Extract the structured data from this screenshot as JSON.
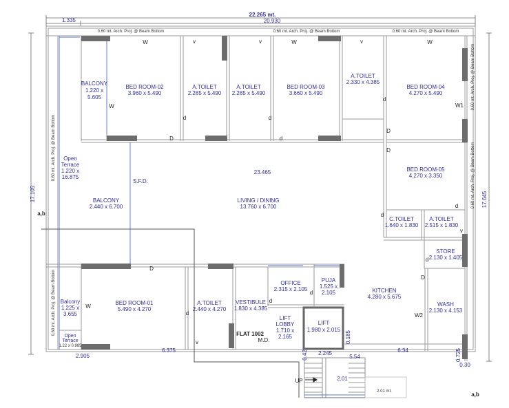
{
  "dimensions": {
    "overall_width": "22.265 mt.",
    "left_offset": "1.335",
    "inner_width": "20.930",
    "inner_span": "23.465",
    "height_left": "17.105",
    "height_right": "17.645",
    "bottom_left": "6.375",
    "bottom_left_small": "2.905",
    "bottom_mid": "2.245",
    "bottom_mid2": "5.54",
    "bottom_right": "6.34",
    "right_a": "0.725",
    "right_b": "0.30",
    "lift_gap": "0.185",
    "lift_gap2": "0.42",
    "stair": "2.01",
    "stair_ghost": "2.01 mt."
  },
  "beam_notes": {
    "top_1": "0.60 mt. Arch. Proj. @ Beam Bottom",
    "top_2": "0.60 mt. Arch. Proj. @ Beam Bottom",
    "top_3": "0.60 mt. Arch. Proj. @ Beam Bottom",
    "left_1": "0.60 mt. Arch. Proj. @ Beam Bottom",
    "left_2": "0.60 mt. Arch. Proj. @ Beam Bottom",
    "right_1": "0.60 mt. Arch. Proj. @ Beam Bottom",
    "right_2": "0.60 mt. Arch. Proj. @ Beam Bottom"
  },
  "rooms": {
    "balcony_top": {
      "name": "BALCONY",
      "size_a": "1.220 x",
      "size_b": "5.605"
    },
    "bedroom_02": {
      "name": "BED ROOM-02",
      "size": "3.960 x 5.490"
    },
    "atoilet_1": {
      "name": "A.TOILET",
      "size": "2.285 x 5.490"
    },
    "atoilet_2": {
      "name": "A.TOILET",
      "size": "2.285 x 5.490"
    },
    "bedroom_03": {
      "name": "BED ROOM-03",
      "size": "3.660 x 5.490"
    },
    "atoilet_3": {
      "name": "A.TOILET",
      "size": "2.330 x 4.385"
    },
    "bedroom_04": {
      "name": "BED ROOM-04",
      "size": "4.270 x 5.490"
    },
    "open_terrace": {
      "name_a": "Open",
      "name_b": "Terrace",
      "size_a": "1.220 x",
      "size_b": "16.875"
    },
    "balcony_mid": {
      "name": "BALCONY",
      "size": "2.440 x 6.700"
    },
    "living": {
      "name": "LIVING / DINING",
      "size": "13.760 x 6.700"
    },
    "bedroom_05": {
      "name": "BED ROOM-05",
      "size": "4.270 x 3.350"
    },
    "ctoilet": {
      "name": "C.TOILET",
      "size": "1.640 x 1.830"
    },
    "atoilet_4": {
      "name": "A.TOILET",
      "size": "2.515 x 1.830"
    },
    "store": {
      "name": "STORE",
      "size": "2.130 x 1.405"
    },
    "office": {
      "name": "OFFICE",
      "size": "2.315 x 2.105"
    },
    "puja": {
      "name": "PUJA",
      "size_a": "1.525 x",
      "size_b": "2.105"
    },
    "kitchen": {
      "name": "KITCHEN",
      "size": "4.280 x 5.675"
    },
    "balcony_low": {
      "name": "Balcony",
      "size_a": "1.225 x",
      "size_b": "3.655"
    },
    "open_terrace_small": {
      "name_a": "Open",
      "name_b": "Terrace",
      "size": "1.22 x 0.985"
    },
    "bedroom_01": {
      "name": "BED ROOM-01",
      "size": "5.490 x 4.270"
    },
    "atoilet_5": {
      "name": "A.TOILET",
      "size": "2.440 x 4.270"
    },
    "vestibule": {
      "name": "VESTIBULE",
      "size": "1.830 x 4.385"
    },
    "lift_lobby": {
      "name_a": "LIFT",
      "name_b": "LOBBY",
      "size_a": "1.710 x",
      "size_b": "2.165"
    },
    "lift": {
      "name": "LIFT",
      "size": "1.980 x 2.015"
    },
    "wash": {
      "name": "WASH",
      "size": "2.130 x 4.153"
    }
  },
  "labels": {
    "flat": "FLAT 1002",
    "md": "M.D.",
    "sfd": "S.F.D.",
    "section_left": "a,b",
    "section_right": "a,b",
    "up": "UP"
  },
  "door_marks": {
    "W": "W",
    "W1": "W1",
    "W2": "W2",
    "D": "D",
    "d": "d",
    "v": "v"
  },
  "colors": {
    "wall": "#9a9a9a",
    "column": "#6d6d6d",
    "text": "#2f2f8f",
    "window": "#7f8fd6"
  }
}
